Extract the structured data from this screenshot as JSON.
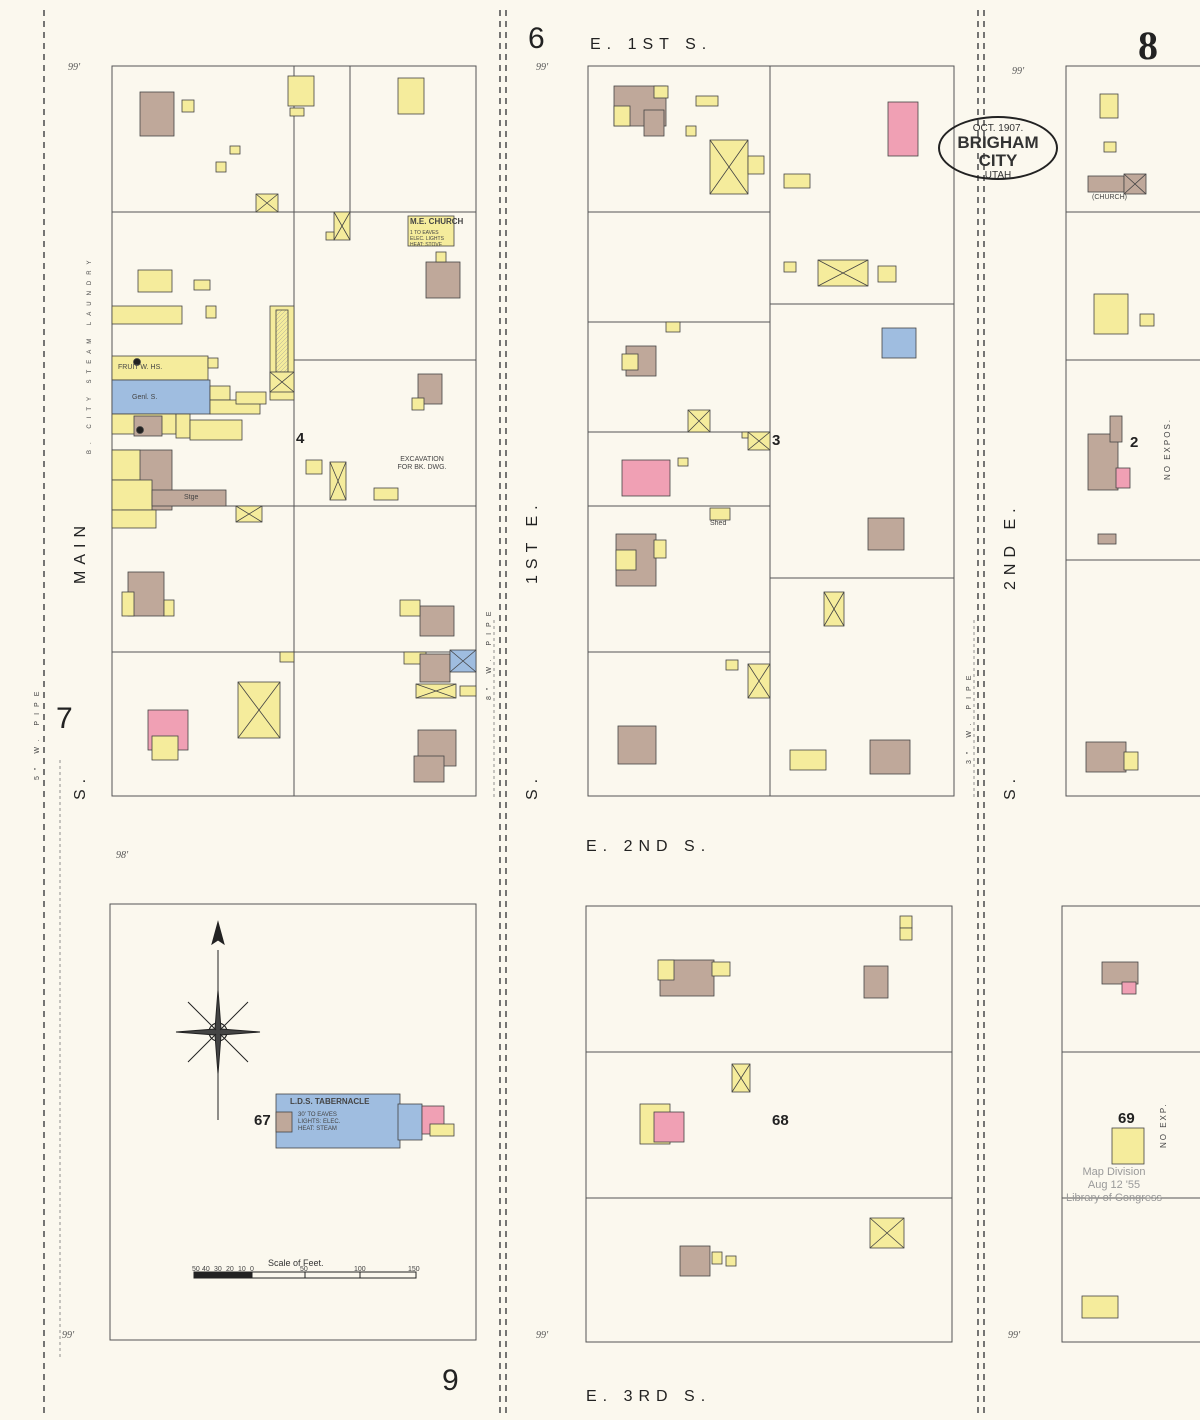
{
  "sheet": {
    "page_number": "8",
    "adjacent_sheet_north": "6",
    "adjacent_sheet_west": "7",
    "adjacent_sheet_south": "9",
    "date": "OCT. 1907.",
    "city": "BRIGHAM CITY",
    "state": "UTAH"
  },
  "streets": {
    "e_1st_s": "E. 1ST S.",
    "e_2nd_s": "E. 2ND S.",
    "e_3rd_s": "E. 3RD S.",
    "main": "MAIN",
    "s1": "S.",
    "first_e": "1ST E.",
    "s2": "S.",
    "second_e": "2ND E.",
    "s3": "S."
  },
  "blocks": {
    "b2": "2",
    "b3": "3",
    "b4": "4",
    "b67": "67",
    "b68": "68",
    "b69": "69"
  },
  "labels": {
    "me_church": "M.E. CHURCH",
    "me_church_note": "1 TO EAVES ELEC. LIGHTS HEAT: STOVE",
    "fruit_wh": "FRUIT W. HS.",
    "genl_s": "Genl. S.",
    "excavation": "EXCAVATION FOR BK. DWG.",
    "tabernacle": "L.D.S. TABERNACLE",
    "tabernacle_note": "30' TO EAVES LIGHTS: ELEC. HEAT: STEAM",
    "no_expos": "NO EXPOS.",
    "no_exp": "NO EXP.",
    "city_office": "B. CITY STEAM LAUNDRY",
    "church": "(CHURCH)",
    "stge": "Stge",
    "shed": "Shed",
    "w_pipe_1": "5\" W. PIPE",
    "w_pipe_2": "8\" W. PIPE",
    "w_pipe_3": "3\" W. PIPE",
    "elev_99": "99'",
    "elev_98": "98'",
    "scale_title": "Scale of Feet.",
    "scale_ticks": [
      "50",
      "40",
      "30",
      "20",
      "10",
      "0",
      "50",
      "100",
      "150"
    ],
    "stamp_line1": "Map Division",
    "stamp_line2": "Aug 12 '55",
    "stamp_line3": "Library of Congress"
  },
  "legend_colors": {
    "frame": "#f5ec9c",
    "brick": "#bfa89a",
    "stone": "#9fbde0",
    "brick_veneer": "#f0a0b4",
    "paper": "#fbf8ee"
  }
}
